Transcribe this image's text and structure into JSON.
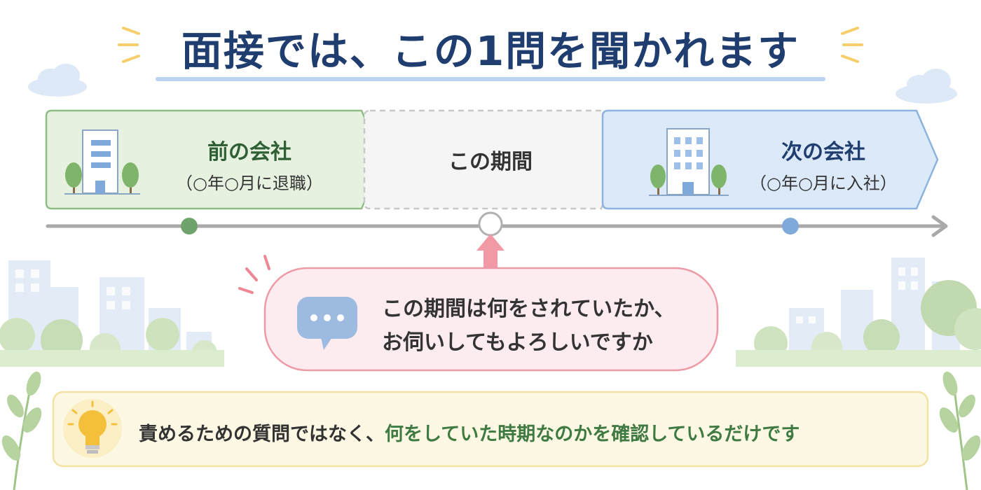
{
  "title": "面接では、この1問を聞かれます",
  "steps": [
    {
      "label": "前の会社",
      "sub": "（○年○月に退職）",
      "color": "#2f5f35"
    },
    {
      "label": "この期間",
      "sub": "",
      "color": "#333333"
    },
    {
      "label": "次の会社",
      "sub": "（○年○月に入社）",
      "color": "#1f3d6e"
    }
  ],
  "question": {
    "line1": "この期間は何をされていたか、",
    "line2": "お伺いしてもよろしいですか"
  },
  "tip": {
    "part1": "責めるための質問ではなく、",
    "part2": "何をしていた時期なのかを確認しているだけです",
    "highlight_color": "#3f7a43"
  },
  "icons": [
    "building-icon",
    "tree-icon",
    "chat-bubble-icon",
    "lightbulb-icon",
    "cloud-icon",
    "leaf-icon",
    "timeline-arrow"
  ],
  "colors": {
    "green_panel": "#e6f2df",
    "blue_panel": "#dbe9f8",
    "pink_panel": "#fdecef",
    "yellow_panel": "#fdf8e3",
    "title": "#1f3d6e"
  }
}
